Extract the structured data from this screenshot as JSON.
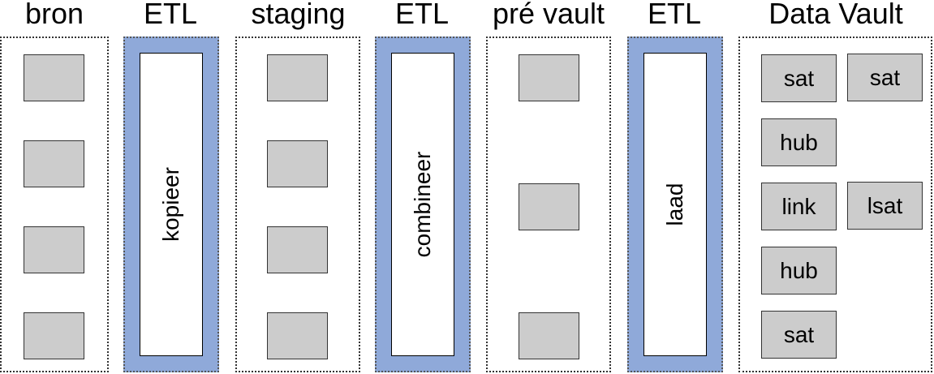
{
  "columns": {
    "bron": "bron",
    "etl1": "ETL",
    "staging": "staging",
    "etl2": "ETL",
    "prevault": "pré vault",
    "etl3": "ETL",
    "datavault": "Data Vault"
  },
  "etl_processes": {
    "kopieer": "kopieer",
    "combineer": "combineer",
    "laad": "laad"
  },
  "vault_tables": {
    "sat1": "sat",
    "sat2": "sat",
    "hub1": "hub",
    "link": "link",
    "lsat": "lsat",
    "hub2": "hub",
    "sat3": "sat"
  },
  "colors": {
    "etl_band": "#8fa9d9",
    "table_fill": "#cccccc"
  }
}
